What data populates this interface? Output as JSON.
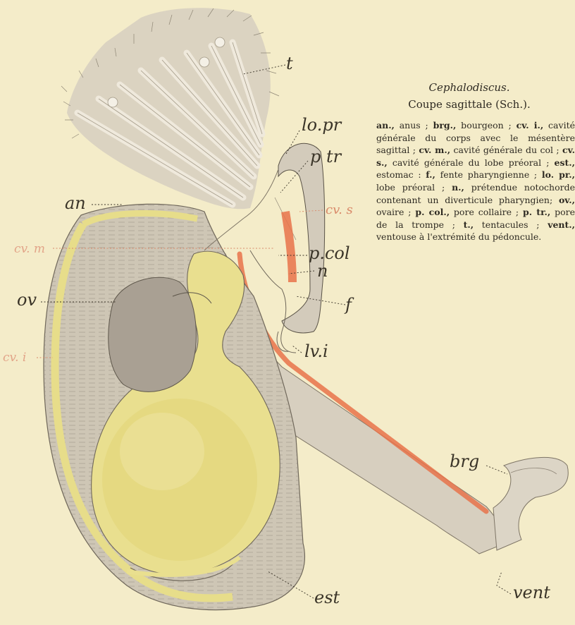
{
  "caption": {
    "genus": "Cephalodiscus.",
    "subtitle": "Coupe sagittale (Sch.)."
  },
  "legend": [
    {
      "key": "an.,",
      "text": " anus ; "
    },
    {
      "key": "brg.,",
      "text": " bourgeon ; "
    },
    {
      "key": "cv. i.,",
      "text": " cavité générale du corps avec le mésentère sagittal ; "
    },
    {
      "key": "cv. m.,",
      "text": " cavité générale du col ; "
    },
    {
      "key": "cv. s.,",
      "text": " cavité générale du lobe préoral ; "
    },
    {
      "key": "est.,",
      "text": " estomac : "
    },
    {
      "key": "f.,",
      "text": " fente pharyngienne ; "
    },
    {
      "key": "lo. pr.,",
      "text": " lobe préoral ; "
    },
    {
      "key": "n.,",
      "text": " prétendue notochorde contenant un diverticule pharyngien; "
    },
    {
      "key": "ov.,",
      "text": " ovaire ; "
    },
    {
      "key": "p. col.,",
      "text": " pore collaire ; "
    },
    {
      "key": "p. tr.,",
      "text": " pore de la trompe ; "
    },
    {
      "key": "t.,",
      "text": " tentacules ; "
    },
    {
      "key": "vent.,",
      "text": " ventouse à l'extrémité du pédoncule."
    }
  ],
  "labels": {
    "t": "t",
    "lo_pr": "lo.pr",
    "p_tr": "p tr",
    "cv_s": "cv. s",
    "an": "an",
    "cv_m": "cv. m",
    "p_col": "p.col",
    "n": "n",
    "ov": "ov",
    "f": "f",
    "cv_i": "cv. i",
    "lv_i": "lv.i",
    "brg": "brg",
    "est": "est",
    "vent": "vent"
  },
  "colors": {
    "paper": "#f4ecc9",
    "body_wall": "#c9c0ad",
    "yolk": "#ece08a",
    "stomach": "#e6dc8c",
    "red_vessel": "#e8734a",
    "ink": "#3a3428"
  }
}
